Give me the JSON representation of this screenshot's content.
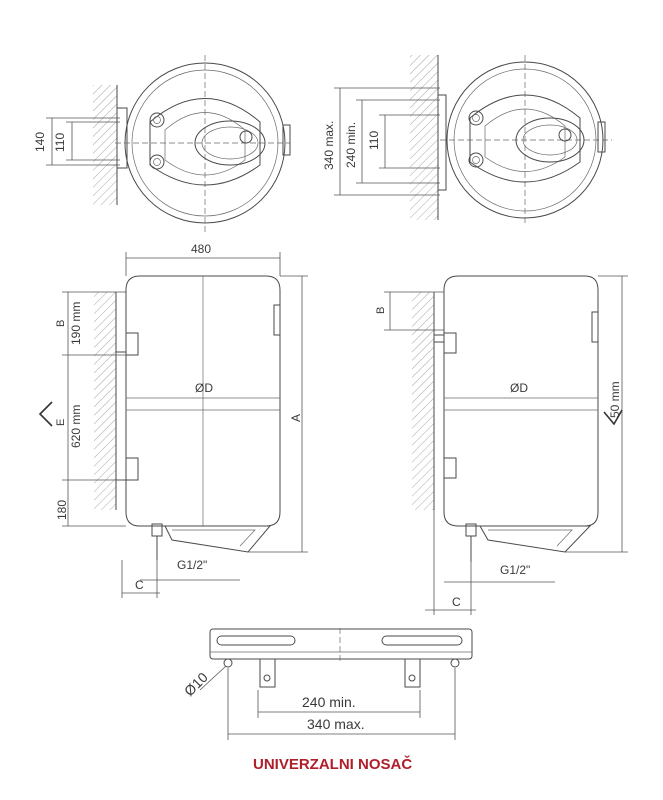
{
  "colors": {
    "caption": "#b01e2a",
    "outline": "#4a4a4a",
    "hatch": "#9a9a9a"
  },
  "top_views": {
    "left": {
      "dim_outer": "140",
      "dim_inner": "110"
    },
    "right": {
      "dim_max": "340 max.",
      "dim_min": "240 min.",
      "dim_inner": "110"
    }
  },
  "front_view": {
    "width": "480",
    "b": "B",
    "b_value": "190 mm",
    "e": "E",
    "e_value": "620 mm",
    "bottom": "180",
    "diameter": "ØD",
    "a": "A",
    "thread": "G1/2\"",
    "c": "C"
  },
  "side_view": {
    "b": "B",
    "diameter": "ØD",
    "clearance": "50 mm",
    "thread": "G1/2\"",
    "c": "C"
  },
  "bracket": {
    "hole": "Ø10",
    "min": "240 min.",
    "max": "340 max.",
    "caption": "UNIVERZALNI NOSAČ"
  }
}
